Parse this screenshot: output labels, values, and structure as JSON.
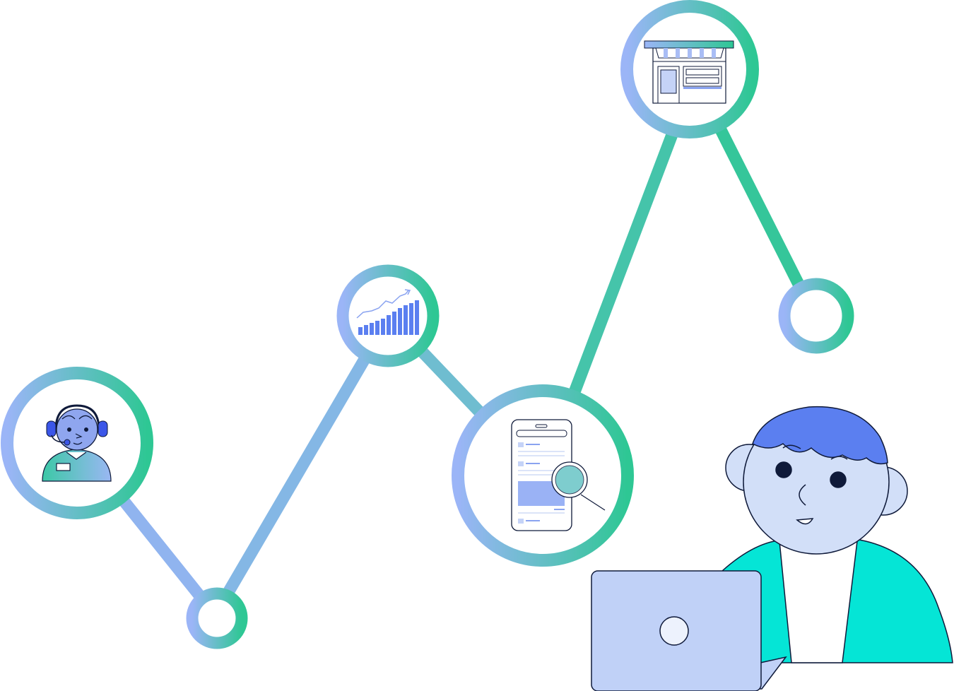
{
  "illustration": {
    "nodes": [
      {
        "icon": "support-agent-icon"
      },
      {
        "icon": "empty-node"
      },
      {
        "icon": "growth-chart-icon"
      },
      {
        "icon": "mobile-search-icon"
      },
      {
        "icon": "storefront-icon"
      },
      {
        "icon": "empty-node"
      }
    ],
    "figure": {
      "icon": "person-with-laptop"
    }
  },
  "colors": {
    "gradient_start": "#9bb5f7",
    "gradient_end": "#2ec794",
    "line_green": "#3cc39e",
    "line_blue": "#8db6ec",
    "accent_blue": "#5b7ff0",
    "skin": "#d2dff8",
    "shirt": "#05e5d6",
    "laptop": "#c0d1f7",
    "outline": "#0f1a3a"
  }
}
